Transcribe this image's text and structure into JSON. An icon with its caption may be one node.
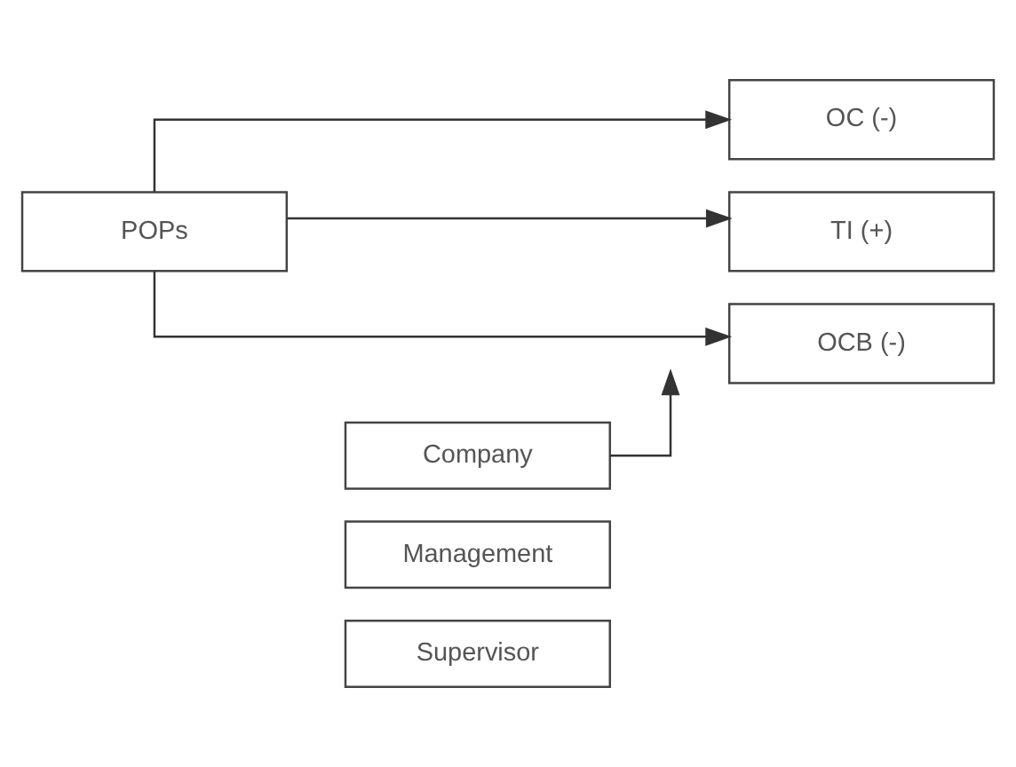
{
  "diagram": {
    "nodes": [
      {
        "text": [
          "POPs"
        ]
      },
      {
        "text": [
          "OC (-)"
        ]
      },
      {
        "text": [
          "TI (+)"
        ]
      },
      {
        "text": [
          "OCB (-)"
        ]
      },
      {
        "text": [
          "Company"
        ]
      },
      {
        "text": [
          "Management"
        ]
      },
      {
        "text": [
          "Supervisor"
        ]
      }
    ],
    "edges": [
      {
        "from": 0,
        "to": 1,
        "arrow": "to"
      },
      {
        "from": 0,
        "to": 2,
        "arrow": "to"
      },
      {
        "from": 0,
        "to": 3,
        "arrow": "to"
      },
      {
        "from": 4,
        "to": null,
        "arrow": "to"
      }
    ]
  }
}
